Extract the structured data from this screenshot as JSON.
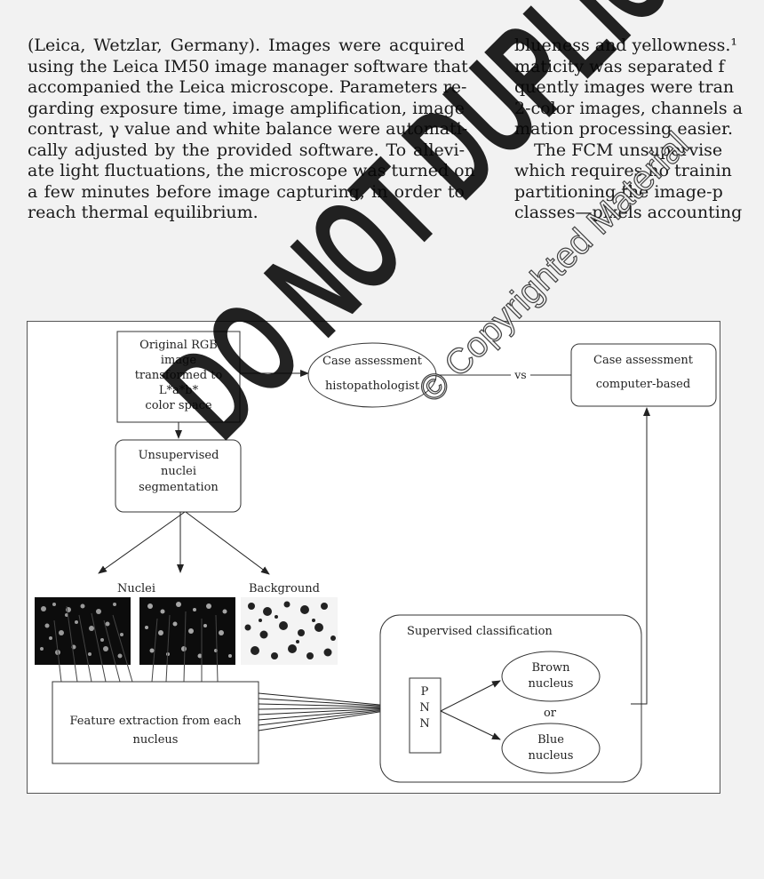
{
  "left_column": {
    "lines": [
      "(Leica, Wetzlar, Germany). Images were acquired",
      "using the Leica IM50 image manager software that",
      "accompanied the Leica microscope. Parameters re-",
      "garding exposure time, image amplification, image",
      "contrast, γ value and white balance were automati-",
      "cally adjusted by the provided software. To allevi-",
      "ate light fluctuations, the microscope was turned on",
      "a few minutes before image capturing, in order to",
      "reach thermal equilibrium."
    ]
  },
  "right_column": {
    "lines": [
      "blueness and yellowness.¹",
      "maticity was separated f",
      "quently images were tran",
      "2-color images, channels a",
      "mation processing easier.",
      "The FCM unsupervise",
      "which requires no trainin",
      "partitioning the image-p",
      "classes—pixels accounting"
    ]
  },
  "figure": {
    "original_box": [
      "Original RGB",
      "image",
      "transformed to",
      "L*a*b*",
      "color space"
    ],
    "case_histo": [
      "Case assessment",
      "histopathologist"
    ],
    "vs_label": "vs",
    "case_computer": [
      "Case assessment",
      "computer-based"
    ],
    "unsupervised": [
      "Unsupervised",
      "nuclei",
      "segmentation"
    ],
    "nuclei_label": "Nuclei",
    "background_label": "Background",
    "feature_box": [
      "Feature extraction from each",
      "nucleus"
    ],
    "supervised_label": "Supervised classification",
    "pnn_letters": [
      "P",
      "N",
      "N"
    ],
    "brown": [
      "Brown",
      "nucleus"
    ],
    "or_label": "or",
    "blue": [
      "Blue",
      "nucleus"
    ]
  },
  "watermark": {
    "main_text": "DO NOT DUPLICATE",
    "copyright_text": "© Copyrighted Material"
  }
}
